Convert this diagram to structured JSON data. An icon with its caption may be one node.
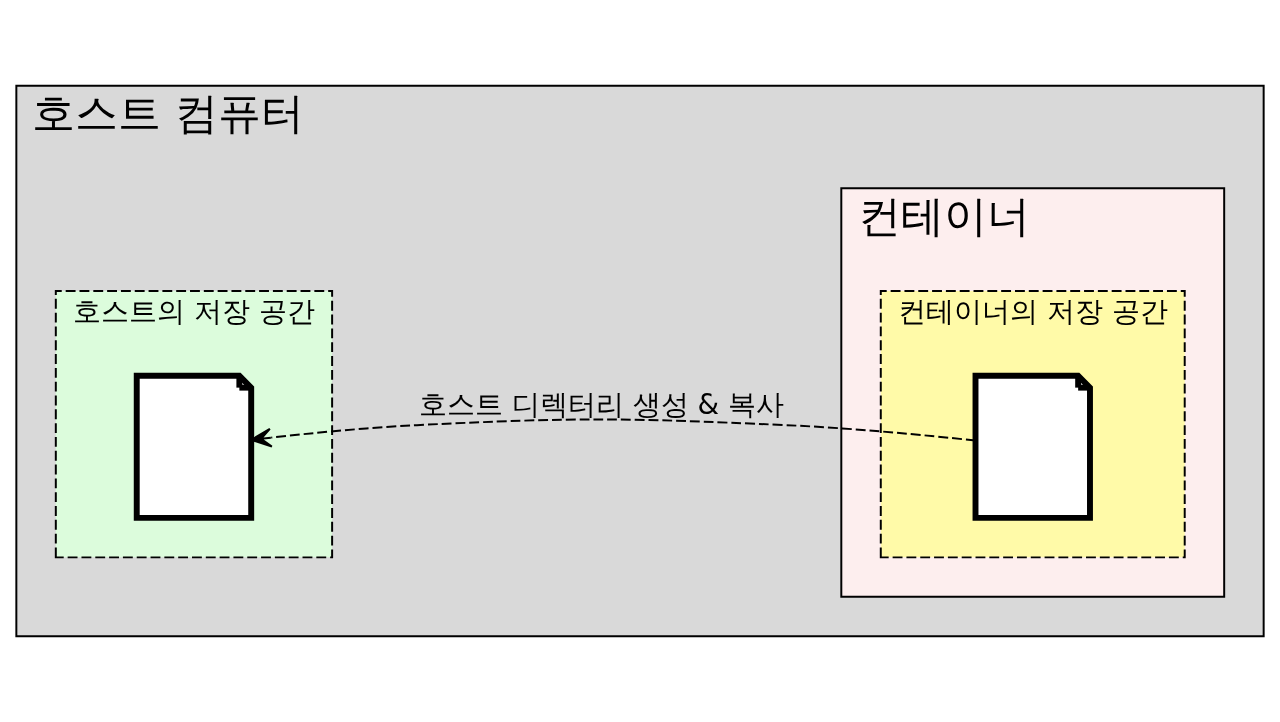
{
  "diagram": {
    "nodes": [
      {
        "text": [
          "호스트 컴퓨터"
        ]
      },
      {
        "text": [
          "호스트의 저장 공간"
        ],
        "in": 0
      },
      {
        "text": [],
        "shape": "document",
        "in": 1
      },
      {
        "text": [
          "컨테이너"
        ],
        "in": 0
      },
      {
        "text": [
          "컨테이너의 저장 공간"
        ],
        "in": 3
      },
      {
        "text": [],
        "shape": "document",
        "in": 4
      }
    ],
    "edges": [
      {
        "from": 5,
        "to": 2,
        "arrow": "to",
        "style": "dashed",
        "label": "호스트 디렉터리 생성 & 복사"
      }
    ]
  }
}
